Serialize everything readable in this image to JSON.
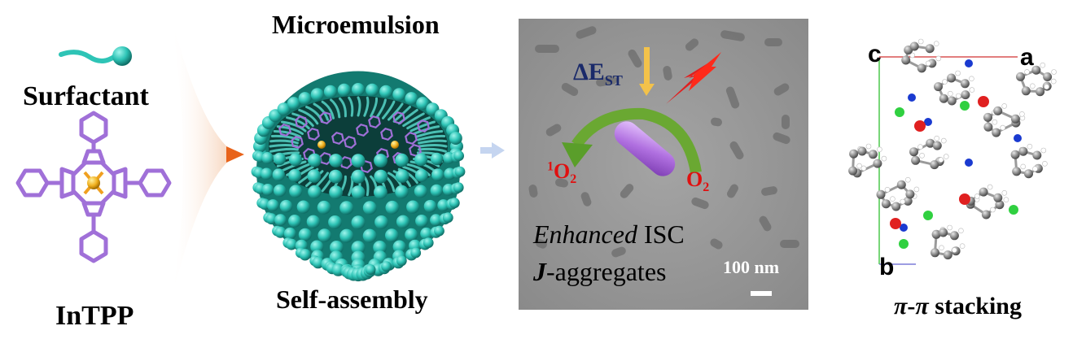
{
  "left": {
    "surfactant_label": "Surfactant",
    "intpp_label": "InTPP"
  },
  "middle": {
    "top_label": "Microemulsion",
    "bottom_label": "Self-assembly"
  },
  "tem": {
    "delta_e_main": "ΔE",
    "delta_e_sub": "ST",
    "singlet_sup": "1",
    "singlet_main": "O",
    "singlet_sub": "2",
    "triplet_main": "O",
    "triplet_sub": "2",
    "enhanced_italic": "Enhanced",
    "enhanced_rest": " ISC",
    "j_italic": "J",
    "j_rest": "-aggregates",
    "scale_label": "100 nm"
  },
  "crystal": {
    "axis_c": "c",
    "axis_a": "a",
    "axis_b": "b",
    "pi1": "π",
    "dash": "-",
    "pi2": "π",
    "stacking": " stacking"
  },
  "colors": {
    "teal": "#2ec4b6",
    "purple": "#a070d8",
    "gold": "#f0a020",
    "orange_arrow": "#e8631a",
    "green_arrow": "#5a9e2a",
    "red_text": "#e01010",
    "navy_text": "#1a2a6a",
    "tem_bg": "#8e8e8e"
  }
}
